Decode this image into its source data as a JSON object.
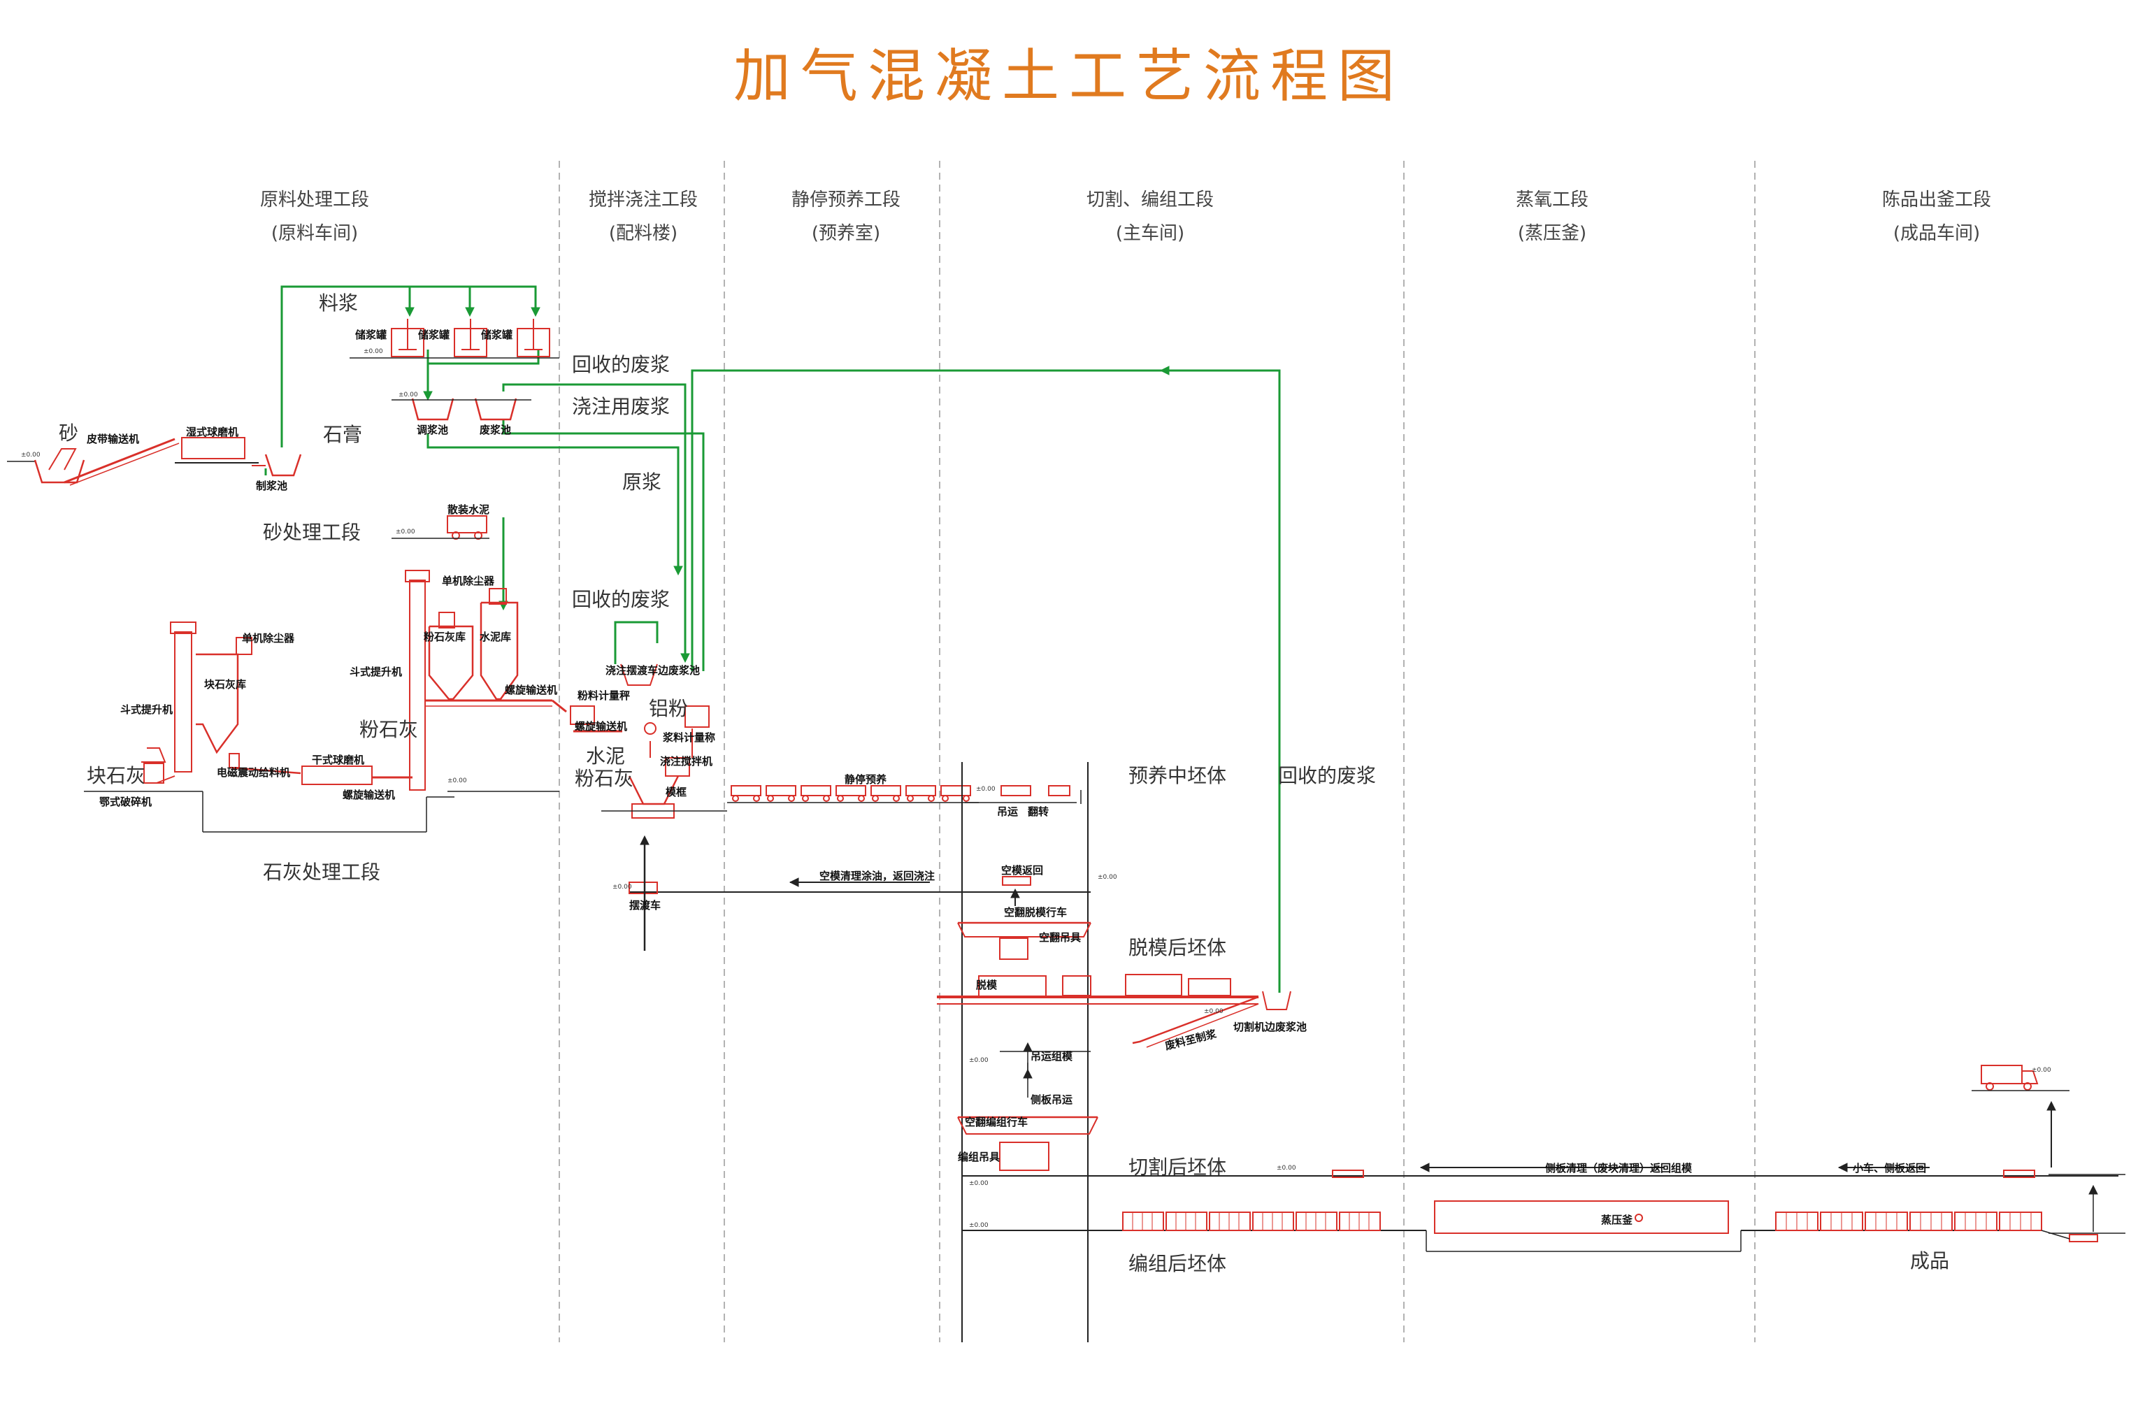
{
  "title": "加气混凝土工艺流程图",
  "colors": {
    "process": "#d9302a",
    "flow": "#1a9a35",
    "line": "#222222",
    "title": "#e07a1f",
    "divider": "#999999"
  },
  "sections": [
    {
      "name": "原料处理工段",
      "sub": "(原料车间)"
    },
    {
      "name": "搅拌浇注工段",
      "sub": "(配料楼)"
    },
    {
      "name": "静停预养工段",
      "sub": "(预养室)"
    },
    {
      "name": "切割、编组工段",
      "sub": "(主车间)"
    },
    {
      "name": "蒸氧工段",
      "sub": "(蒸压釜)"
    },
    {
      "name": "陈品出釜工段",
      "sub": "(成品车间)"
    }
  ],
  "labels": {
    "sand": "砂",
    "gypsum": "石膏",
    "slurry": "料浆",
    "recycled_waste_1": "回收的废浆",
    "pouring_waste": "浇注用废浆",
    "raw_slurry": "原浆",
    "recycled_waste_2": "回收的废浆",
    "sand_section": "砂处理工段",
    "lime_section": "石灰处理工段",
    "powder_lime": "粉石灰",
    "lump_lime": "块石灰",
    "aluminum_powder": "铝粉",
    "cement_lime": "水泥",
    "cement_lime_2": "粉石灰",
    "preheat_body": "预养中坯体",
    "recycled_waste_3": "回收的废浆",
    "demold_body": "脱模后坯体",
    "cut_body": "切割后坯体",
    "grouped_body": "编组后坯体",
    "product": "成品"
  },
  "small_labels": {
    "belt_conveyor": "皮带输送机",
    "wet_ball_mill": "湿式球磨机",
    "slurry_pit": "制浆池",
    "storage_tank_1": "储浆罐",
    "storage_tank_2": "储浆罐",
    "storage_tank_3": "储浆罐",
    "adjust_pit": "调浆池",
    "waste_pit": "废浆池",
    "bulk_cement": "散装水泥",
    "dust_collector_1": "单机除尘器",
    "powder_lime_silo": "粉石灰库",
    "cement_silo": "水泥库",
    "bucket_elevator_1": "斗式提升机",
    "screw_conveyor_1": "螺旋输送机",
    "powder_scale": "粉料计量秤",
    "screw_conveyor_2": "螺旋输送机",
    "dust_collector_2": "单机除尘器",
    "lump_lime_silo": "块石灰库",
    "bucket_elevator_2": "斗式提升机",
    "dry_ball_mill": "干式球磨机",
    "vibrating_feeder": "电磁震动给料机",
    "screw_conveyor_3": "螺旋输送机",
    "jaw_crusher": "鄂式破碎机",
    "pour_waste_pit": "浇注摆渡车边废浆池",
    "slurry_scale": "浆料计量称",
    "pour_mixer": "浇注搅拌机",
    "mold_frame": "模框",
    "static_preheat": "静停预养",
    "lift": "吊运",
    "flip": "翻转",
    "empty_mold_return": "空模清理涂油，返回浇注",
    "ferry_car": "摆渡车",
    "empty_mold_back": "空模返回",
    "demold_crane": "空翻脱模行车",
    "flip_spreader": "空翻吊具",
    "demold": "脱模",
    "cut_waste_pit": "切割机边废浆池",
    "scrap_return": "废料至制浆",
    "lift_group": "吊运组模",
    "side_plate_lift": "侧板吊运",
    "group_crane": "空翻编组行车",
    "group_spreader": "编组吊具",
    "side_plate_clean": "侧板清理（废块清理）返回组模",
    "cart_return": "小车、侧板返回",
    "autoclave": "蒸压釜",
    "level": "±0.00"
  }
}
